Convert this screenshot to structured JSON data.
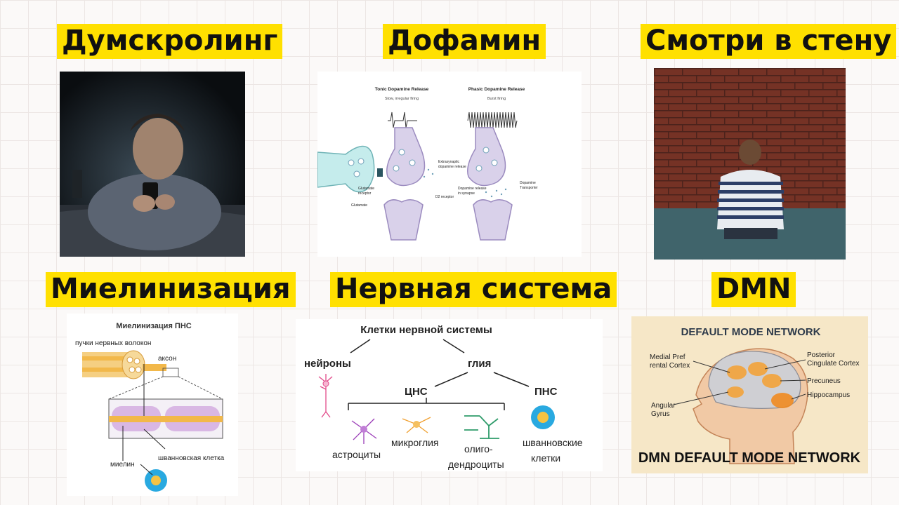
{
  "titles": {
    "doomscrolling": "Думскролинг",
    "dopamine": "Дофамин",
    "wall": "Смотри в стену",
    "myelination": "Миелинизация",
    "nervous_system": "Нервная система",
    "dmn": "DMN"
  },
  "dopamine_diagram": {
    "tonic_title": "Tonic Dopamine Release",
    "tonic_sub": "Slow, irregular firing",
    "phasic_title": "Phasic Dopamine Release",
    "phasic_sub": "Burst firing",
    "extrasynaptic_1": "Extrasynaptic",
    "extrasynaptic_2": "dopamine release",
    "glut_receptor_1": "Glutamate",
    "glut_receptor_2": "receptor",
    "glutamate": "Glutamate",
    "d2": "D2 receptor",
    "release_1": "Dopamine release",
    "release_2": "in synapse",
    "transporter_1": "Dopamine",
    "transporter_2": "Transporter"
  },
  "myelin_diagram": {
    "title": "Миелинизация ПНС",
    "bundles": "пучки нервных волокон",
    "axon": "аксон",
    "myelin": "миелин",
    "schwann": "шванновская клетка"
  },
  "nervous_diagram": {
    "root": "Клетки нервной системы",
    "neurons": "нейроны",
    "glia": "глия",
    "cns": "ЦНС",
    "pns": "ПНС",
    "astrocytes": "астроциты",
    "microglia": "микроглия",
    "oligo_1": "олиго-",
    "oligo_2": "дендроциты",
    "schwann_1": "шванновские",
    "schwann_2": "клетки"
  },
  "dmn_diagram": {
    "title": "DEFAULT MODE NETWORK",
    "mpfc_1": "Medial Pref",
    "mpfc_2": "rental Cortex",
    "pcc_1": "Posterior",
    "pcc_2": "Cingulate Cortex",
    "precuneus": "Precuneus",
    "hippocampus": "Hippocampus",
    "angular_1": "Angular",
    "angular_2": "Gyrus",
    "footer": "DMN DEFAULT MODE NETWORK"
  }
}
